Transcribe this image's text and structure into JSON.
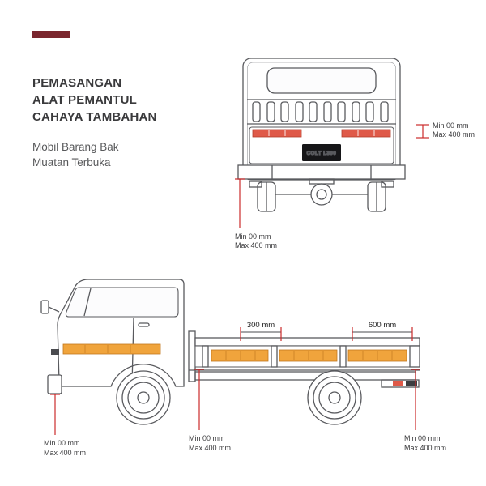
{
  "header": {
    "title_lines": [
      "PEMASANGAN",
      "ALAT PEMANTUL",
      "CAHAYA TAMBAHAN"
    ],
    "subtitle_lines": [
      "Mobil Barang Bak",
      "Muatan Terbuka"
    ]
  },
  "rear_view": {
    "license_plate": "COLT L300",
    "strip_annotation": {
      "min": "Min 00 mm",
      "max": "Max 400 mm"
    },
    "bumper_annotation": {
      "min": "Min 00 mm",
      "max": "Max 400 mm"
    }
  },
  "side_view": {
    "dim_between_strips": "300 mm",
    "dim_rear_strip": "600 mm",
    "front_annotation": {
      "min": "Min 00 mm",
      "max": "Max 400 mm"
    },
    "bed_front_annotation": {
      "min": "Min 00 mm",
      "max": "Max 400 mm"
    },
    "bed_rear_annotation": {
      "min": "Min 00 mm",
      "max": "Max 400 mm"
    }
  },
  "colors": {
    "title_dash": "#7a262e",
    "annotation_red": "#cc2a2a",
    "reflector_red": "#df5948",
    "reflector_amber": "#f0a43c",
    "outline_gray": "#595a5e"
  }
}
